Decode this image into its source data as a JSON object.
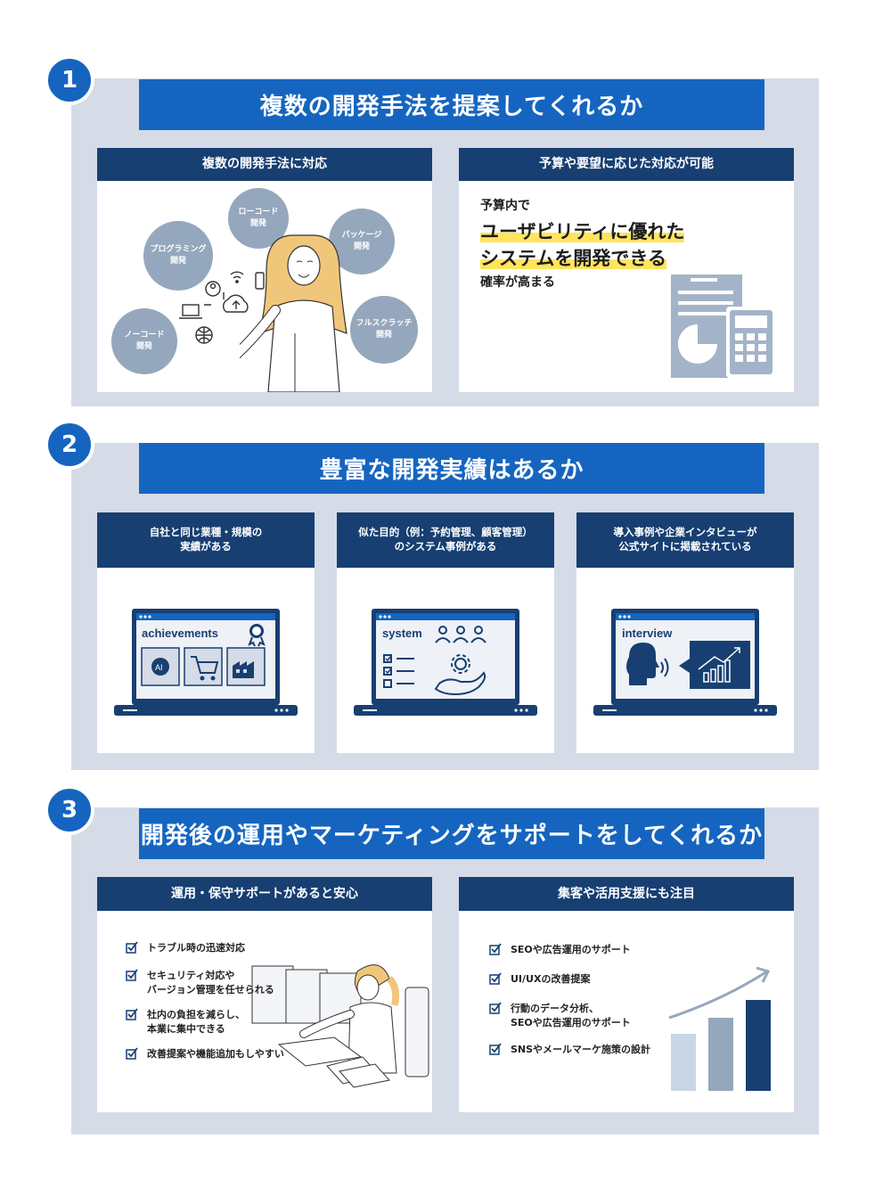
{
  "section1": {
    "number": "1",
    "title": "複数の開発手法を提案してくれるか",
    "card_left": {
      "heading": "複数の開発手法に対応",
      "bubbles": [
        {
          "line1": "ローコード",
          "line2": "開発"
        },
        {
          "line1": "パッケージ",
          "line2": "開発"
        },
        {
          "line1": "プログラミング",
          "line2": "開発"
        },
        {
          "line1": "ノーコード",
          "line2": "開発"
        },
        {
          "line1": "フルスクラッチ",
          "line2": "開発"
        }
      ]
    },
    "card_right": {
      "heading": "予算や要望に応じた対応が可能",
      "line1": "予算内で",
      "line2": "ユーザビリティに優れた",
      "line3": "システムを開発できる",
      "line4": "確率が高まる"
    }
  },
  "section2": {
    "number": "2",
    "title": "豊富な開発実績はあるか",
    "cards": [
      {
        "heading1": "自社と同じ業種・規模の",
        "heading2": "実績がある",
        "screen_label": "achievements"
      },
      {
        "heading1": "似た目的（例：予約管理、顧客管理）",
        "heading2": "のシステム事例がある",
        "screen_label": "system"
      },
      {
        "heading1": "導入事例や企業インタビューが",
        "heading2": "公式サイトに掲載されている",
        "screen_label": "interview"
      }
    ]
  },
  "section3": {
    "number": "3",
    "title": "開発後の運用やマーケティングをサポートをしてくれるか",
    "card_left": {
      "heading": "運用・保守サポートがあると安心",
      "items": [
        {
          "line1": "トラブル時の迅速対応",
          "line2": ""
        },
        {
          "line1": "セキュリティ対応や",
          "line2": "バージョン管理を任せられる"
        },
        {
          "line1": "社内の負担を減らし、",
          "line2": "本業に集中できる"
        },
        {
          "line1": "改善提案や機能追加もしやすい",
          "line2": ""
        }
      ]
    },
    "card_right": {
      "heading": "集客や活用支援にも注目",
      "items": [
        {
          "line1": "SEOや広告運用のサポート",
          "line2": ""
        },
        {
          "line1": "UI/UXの改善提案",
          "line2": ""
        },
        {
          "line1": "行動のデータ分析、",
          "line2": "SEOや広告運用のサポート"
        },
        {
          "line1": "SNSやメールマーケ施策の設計",
          "line2": ""
        }
      ]
    }
  },
  "colors": {
    "brand_blue": "#1565c0",
    "navy": "#173f72",
    "section_bg": "#d5dbe7",
    "highlight": "#ffe45c"
  }
}
